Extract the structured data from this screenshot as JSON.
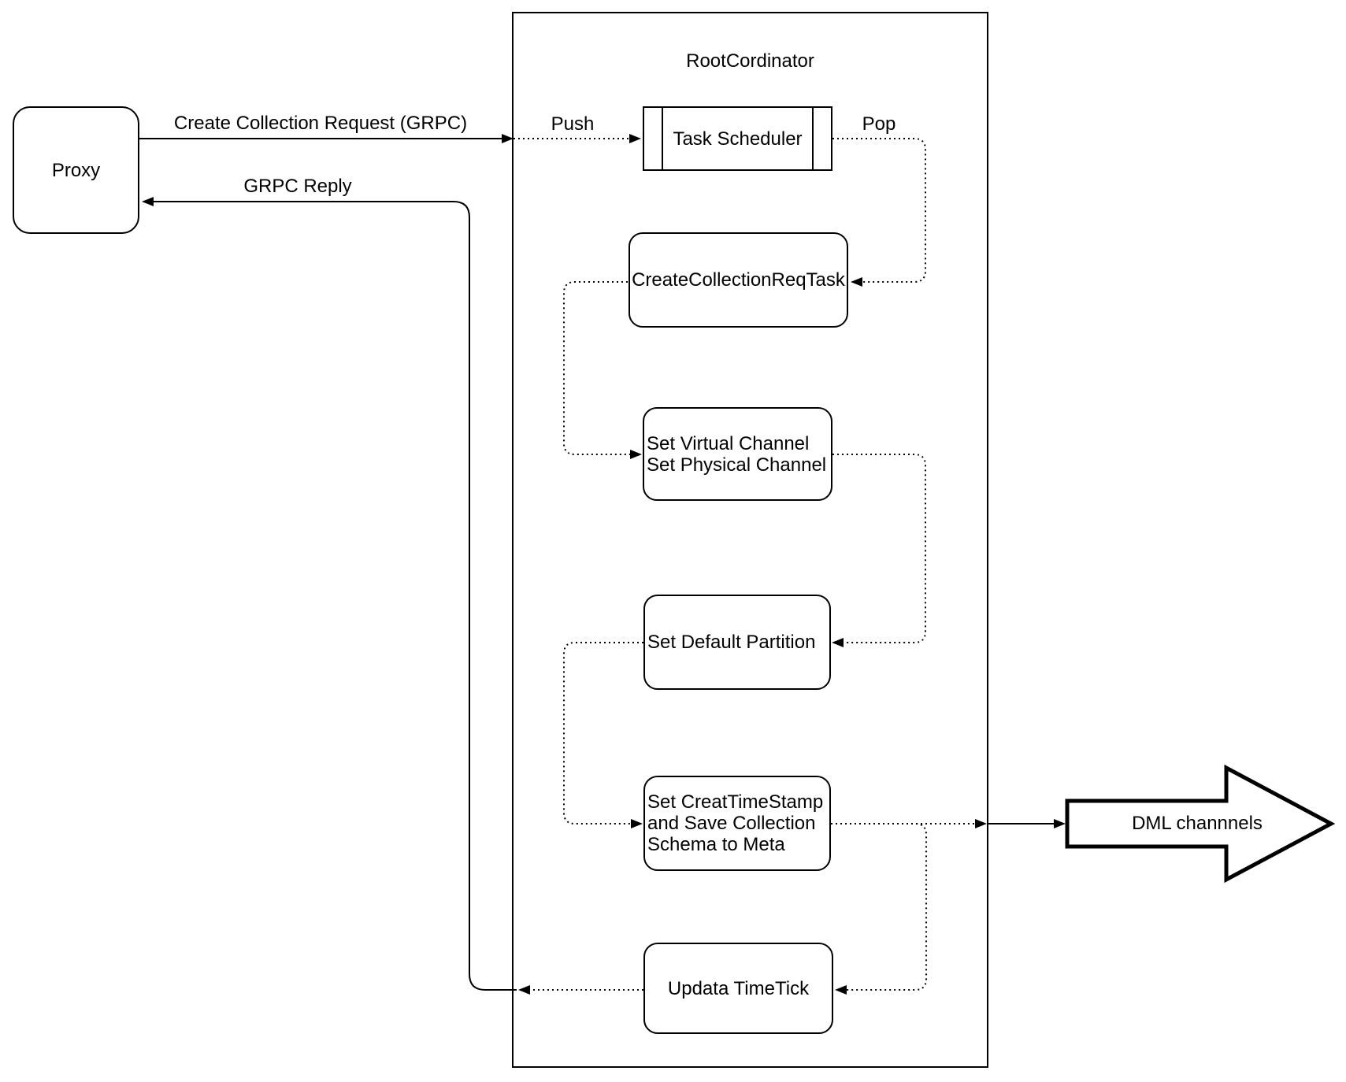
{
  "diagram": {
    "proxy": {
      "label": "Proxy"
    },
    "container": {
      "title": "RootCordinator"
    },
    "nodes": {
      "task_scheduler": {
        "label": "Task Scheduler"
      },
      "create_collection_req_task": {
        "label": "CreateCollectionReqTask"
      },
      "set_channels": {
        "lines": [
          "Set Virtual Channel",
          "Set Physical Channel"
        ]
      },
      "set_default_partition": {
        "label": "Set Default Partition"
      },
      "set_timestamp": {
        "lines": [
          "Set CreatTimeStamp",
          "and Save Collection",
          "Schema to Meta"
        ]
      },
      "update_timetick": {
        "label": "Updata TimeTick"
      }
    },
    "edges": {
      "request": {
        "label": "Create Collection Request (GRPC)"
      },
      "reply": {
        "label": "GRPC Reply"
      },
      "push": {
        "label": "Push"
      },
      "pop": {
        "label": "Pop"
      }
    },
    "dml": {
      "label": "DML channnels"
    },
    "colors": {
      "stroke": "#000000",
      "background": "#ffffff"
    }
  }
}
